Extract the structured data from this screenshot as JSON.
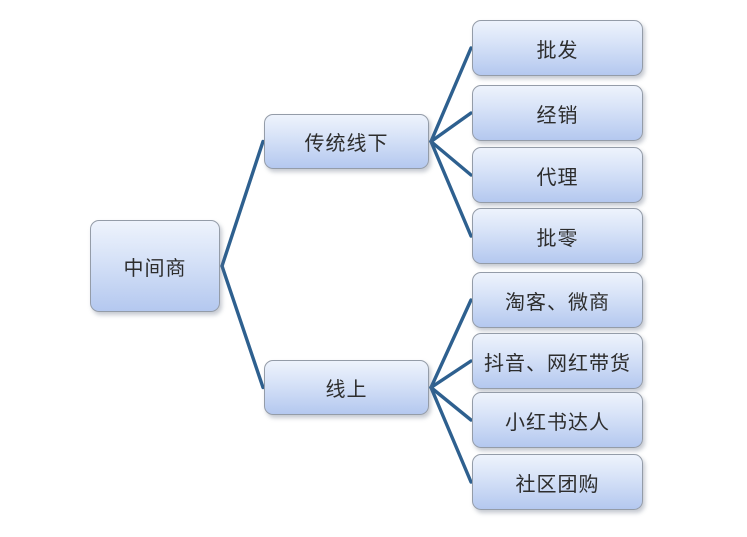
{
  "diagram": {
    "background": "#ffffff",
    "root": {
      "label": "中间商"
    },
    "branches": [
      {
        "label": "传统线下",
        "children": [
          {
            "label": "批发"
          },
          {
            "label": "经销"
          },
          {
            "label": "代理"
          },
          {
            "label": "批零"
          }
        ]
      },
      {
        "label": "线上",
        "children": [
          {
            "label": "淘客、微商"
          },
          {
            "label": "抖音、网红带货"
          },
          {
            "label": "小红书达人"
          },
          {
            "label": "社区团购"
          }
        ]
      }
    ],
    "style": {
      "node_fill_top": "#eef3fc",
      "node_fill_bottom": "#b4c8ef",
      "node_border_color": "#949ca8",
      "connector_color": "#2e608f",
      "text_color": "#2d2d2d"
    }
  }
}
